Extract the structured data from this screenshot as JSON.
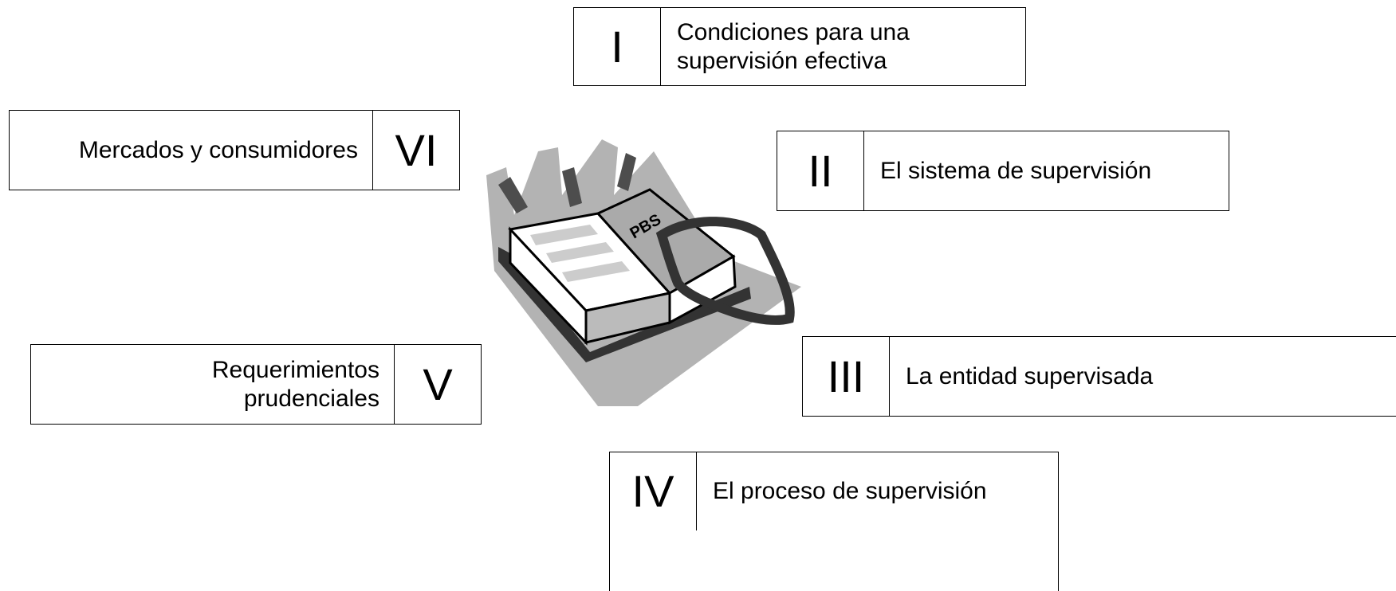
{
  "sections": [
    {
      "numeral": "I",
      "label_lines": [
        "Condiciones para una",
        "supervisión efectiva"
      ]
    },
    {
      "numeral": "II",
      "label_lines": [
        "El sistema de supervisión"
      ]
    },
    {
      "numeral": "III",
      "label_lines": [
        "La entidad supervisada"
      ]
    },
    {
      "numeral": "IV",
      "label_lines": [
        "El proceso de supervisión"
      ]
    },
    {
      "numeral": "V",
      "label_lines": [
        "Requerimientos",
        "prudenciales"
      ]
    },
    {
      "numeral": "VI",
      "label_lines": [
        "Mercados y consumidores"
      ]
    }
  ],
  "clipart": {
    "icon": "open-book-icon",
    "book_text": "PBS",
    "colors": {
      "backdrop": "#b3b3b3",
      "rays": "#4d4d4d",
      "ribbon": "#333333",
      "page_stripe": "#cccccc"
    }
  }
}
